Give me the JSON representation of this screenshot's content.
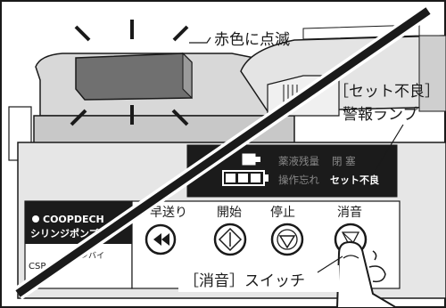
{
  "callouts": {
    "blink": "赤色に点滅",
    "lamp_line1": "［セット不良］",
    "lamp_line2": "警報ランプ",
    "switch": "［消音］スイッチ"
  },
  "panel": {
    "row1": "薬液残量",
    "row1b": "閉 塞",
    "row2": "操作忘れ",
    "row2b": "セット不良"
  },
  "brand": {
    "logo": "COOPDECH",
    "product": "シリンジポンプ",
    "model": "CSP-12",
    "model_suffix": "ンバイ"
  },
  "buttons": {
    "rewind": "早送り",
    "start": "開始",
    "stop": "停止",
    "mute": "消音"
  },
  "colors": {
    "ink": "#1a1a1a",
    "device_gray": "#d8d8d8",
    "panel_dark": "#1b1b1b",
    "mid_gray": "#b8b8b8"
  }
}
